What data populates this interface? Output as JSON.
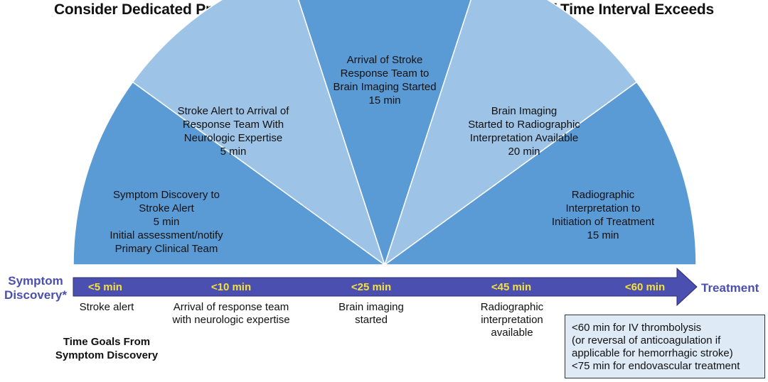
{
  "title": "Consider Dedicated Process Improvement Focused on Individual Step If Time Interval Exceeds",
  "colors": {
    "dark_segment": "#5b9bd5",
    "light_segment": "#9dc3e6",
    "arrow_fill": "#4a4fb0",
    "tick_label": "#f5e23a",
    "end_label": "#4a4fb0",
    "box_fill": "#deebf7"
  },
  "segments": [
    {
      "lines": [
        "Symptom Discovery to",
        "Stroke Alert",
        "5 min",
        "Initial assessment/notify",
        "Primary Clinical Team"
      ],
      "shade": "dark"
    },
    {
      "lines": [
        "Stroke Alert to Arrival of",
        "Response Team With",
        "Neurologic Expertise",
        "5 min"
      ],
      "shade": "light"
    },
    {
      "lines": [
        "Arrival of Stroke",
        "Response Team to",
        "Brain Imaging Started",
        "15 min"
      ],
      "shade": "dark"
    },
    {
      "lines": [
        "Brain Imaging",
        "Started to Radiographic",
        "Interpretation Available",
        "20 min"
      ],
      "shade": "light"
    },
    {
      "lines": [
        "Radiographic",
        "Interpretation to",
        "Initiation of Treatment",
        "15 min"
      ],
      "shade": "dark"
    }
  ],
  "timeline": {
    "start_label": [
      "Symptom",
      "Discovery*"
    ],
    "end_label": "Treatment",
    "ticks": [
      "<5 min",
      "<10 min",
      "<25 min",
      "<45 min",
      "<60 min"
    ]
  },
  "milestones": [
    {
      "lines": [
        "Stroke alert"
      ]
    },
    {
      "lines": [
        "Arrival of response team",
        "with neurologic expertise"
      ]
    },
    {
      "lines": [
        "Brain imaging",
        "started"
      ]
    },
    {
      "lines": [
        "Radiographic",
        "interpretation",
        "available"
      ]
    }
  ],
  "goals_label": [
    "Time Goals From",
    "Symptom Discovery"
  ],
  "treatment_box": [
    "<60 min for IV thrombolysis",
    "(or reversal of anticoagulation if",
    "applicable for hemorrhagic stroke)",
    "<75 min for endovascular treatment"
  ]
}
